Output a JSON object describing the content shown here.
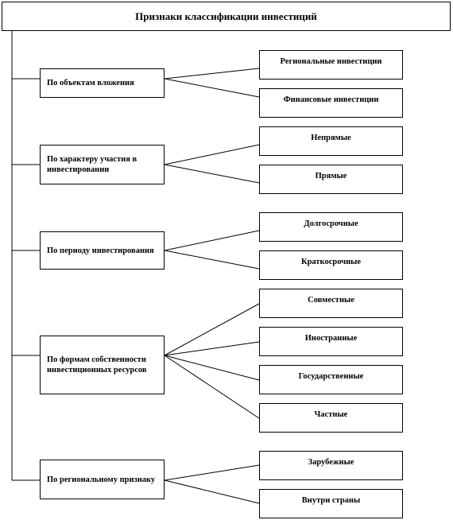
{
  "title": "Признаки классификации инвестиций",
  "categories": [
    {
      "label": "По объектам вложения",
      "items": [
        "Региональные инвестиции",
        "Финансовые инвестиции"
      ]
    },
    {
      "label": "По характеру участия в инвестировании",
      "items": [
        "Непрямые",
        "Прямые"
      ]
    },
    {
      "label": "По периоду инвестирования",
      "items": [
        "Долгосрочные",
        "Краткосрочные"
      ]
    },
    {
      "label": "По формам собственности инвестиционных ресурсов",
      "items": [
        "Совместные",
        "Иностранные",
        "Государственные",
        "Частные"
      ]
    },
    {
      "label": "По региональному признаку",
      "items": [
        "Зарубежные",
        "Внутри страны"
      ]
    }
  ]
}
